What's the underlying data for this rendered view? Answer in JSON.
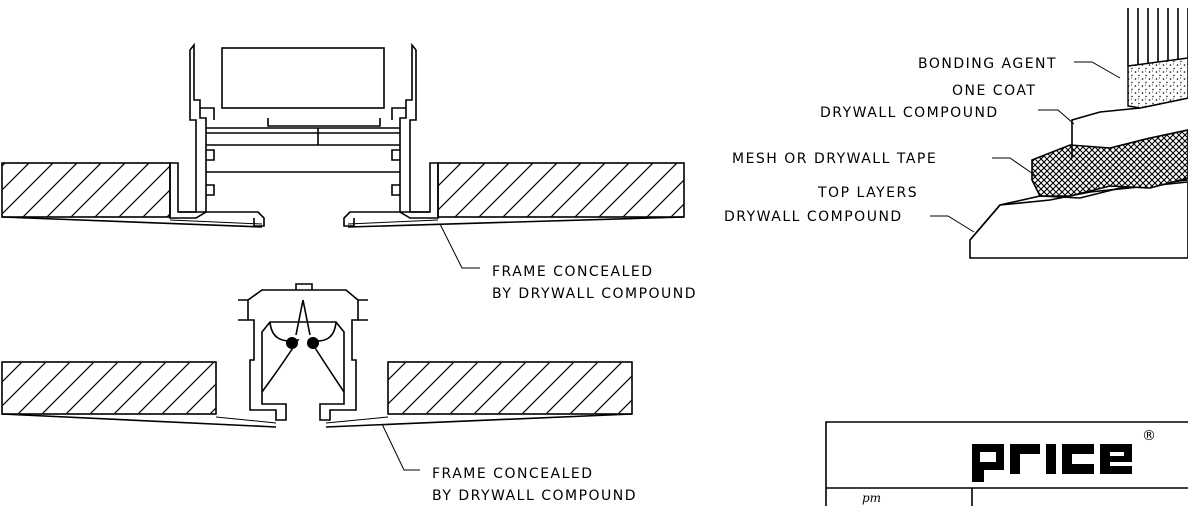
{
  "detail_top": {
    "callout_line1": "FRAME CONCEALED",
    "callout_line2": "BY DRYWALL COMPOUND"
  },
  "detail_bottom": {
    "callout_line1": "FRAME CONCEALED",
    "callout_line2": "BY DRYWALL COMPOUND"
  },
  "layer_detail": {
    "bonding_agent": "BONDING AGENT",
    "one_coat_1": "ONE COAT",
    "one_coat_2": "DRYWALL COMPOUND",
    "mesh_tape": "MESH OR DRYWALL TAPE",
    "top_layers_1": "TOP LAYERS",
    "top_layers_2": "DRYWALL COMPOUND"
  },
  "title_block": {
    "logo": "price",
    "registered_mark": "®",
    "signature": "pm"
  }
}
